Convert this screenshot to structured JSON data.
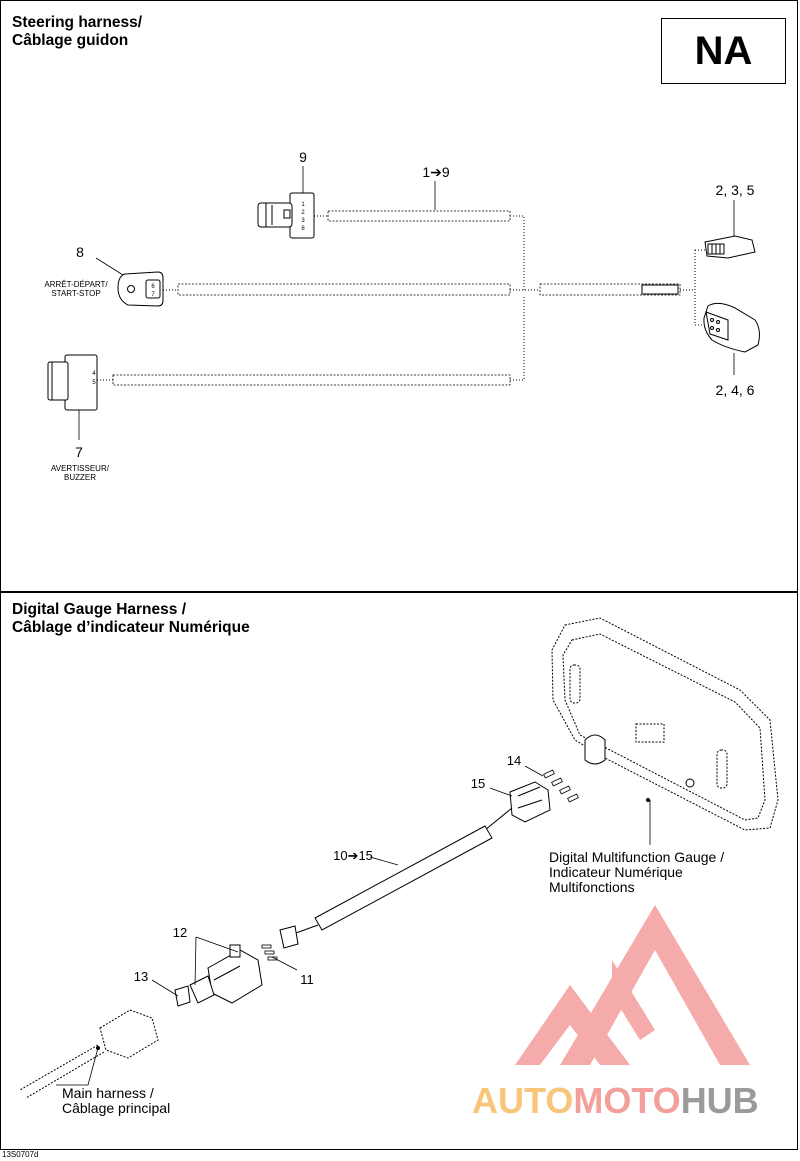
{
  "top": {
    "title": "Steering harness/\nCâblage guidon",
    "region_badge": "NA",
    "callouts": {
      "c9": "9",
      "range_1_9": "1➔9",
      "c8": "8",
      "c7": "7",
      "c235": "2, 3, 5",
      "c246": "2, 4, 6"
    },
    "labels": {
      "start_stop_fr": "ARRÊT-DÉPART/",
      "start_stop_en": "START-STOP",
      "buzzer_fr": "AVERTISSEUR/",
      "buzzer_en": "BUZZER"
    },
    "pins": {
      "connector9": [
        "1",
        "2",
        "3",
        "8"
      ],
      "connector8": [
        "6",
        "7"
      ],
      "connector7": [
        "4",
        "5"
      ]
    }
  },
  "bottom": {
    "title": "Digital Gauge Harness /\nCâblage d’indicateur Numérique",
    "callouts": {
      "c14": "14",
      "c15": "15",
      "range_10_15": "10➔15",
      "c12": "12",
      "c13": "13",
      "c11": "11"
    },
    "gauge_label": [
      "Digital Multifunction Gauge /",
      "Indicateur Numérique",
      "Multifonctions"
    ],
    "main_harness_label": [
      "Main harness /",
      "Câblage principal"
    ]
  },
  "footer_code": "13S0707d",
  "watermark": {
    "part1": "AUTO",
    "part2": "MOTO",
    "part3": "HUB",
    "colors": {
      "auto": "#f8c57a",
      "moto": "#f3a09c",
      "hub": "#9a9a9a",
      "logo": "#f5a3a0"
    }
  }
}
